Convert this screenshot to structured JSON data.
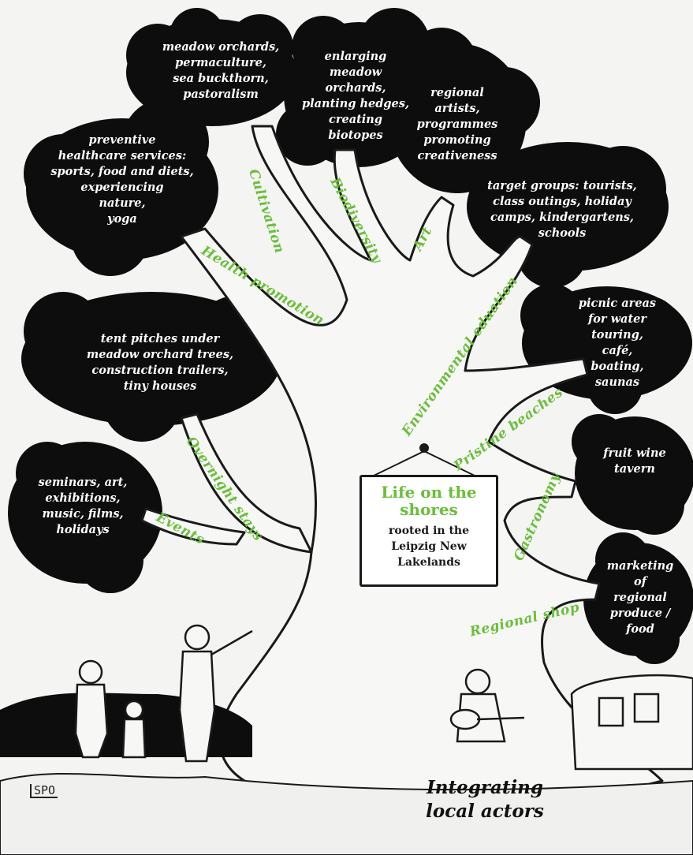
{
  "clouds": {
    "meadow": "meadow orchards,\npermaculture,\nsea buckthorn,\npastoralism",
    "biodiversity": "enlarging\nmeadow\norchards,\nplanting hedges,\ncreating\nbiotopes",
    "art": "regional\nartists,\nprogrammes\npromoting\ncreativeness",
    "health": "preventive\nhealthcare services:\nsports, food and diets,\nexperiencing\nnature,\nyoga",
    "education": "target groups: tourists,\nclass outings, holiday\ncamps, kindergartens,\nschools",
    "overnight": "tent pitches under\nmeadow orchard trees,\nconstruction trailers,\ntiny houses",
    "beaches": "picnic areas\nfor water\ntouring,\ncafé,\nboating,\nsaunas",
    "gastronomy": "fruit wine\ntavern",
    "events": "seminars, art,\nexhibitions,\nmusic, films,\nholidays",
    "shop": "marketing\nof\nregional\nproduce /\nfood"
  },
  "branches": {
    "cultivation": "Cultivation",
    "biodiversity": "Biodiversity",
    "art": "Art",
    "health": "Health promotion",
    "education": "Environmental eduation",
    "beaches": "Pristine beaches",
    "gastronomy": "Gastronomy",
    "overnight": "Overnight stays",
    "events": "Events",
    "shop": "Regional shop"
  },
  "sign": {
    "title": "Life on the\nshores",
    "subtitle": "rooted in the\nLeipzig New\nLakelands"
  },
  "footer": "Integrating\nlocal actors",
  "signature": "SPO",
  "colors": {
    "branch_label": "#6abf3a",
    "cloud": "#0d0d0d",
    "background": "#f4f4f3"
  }
}
